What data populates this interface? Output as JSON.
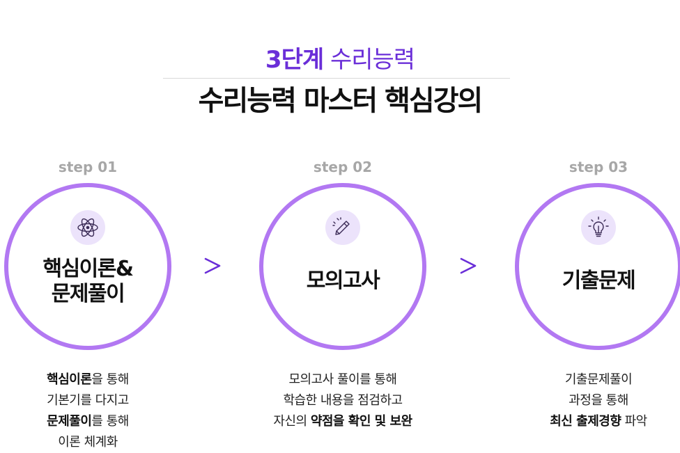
{
  "colors": {
    "accent": "#6a2ed8",
    "circle_border": "#b278f2",
    "icon_bg": "#ece3fb",
    "step_label": "#a7a7a7"
  },
  "header": {
    "stage_num": "3단계",
    "stage_sub": "수리능력",
    "title": "수리능력 마스터 핵심강의"
  },
  "steps": [
    {
      "label": "step 01",
      "icon": "atom-icon",
      "title_line1": "핵심이론&",
      "title_line2": "문제풀이",
      "desc": {
        "l1_bold": "핵심이론",
        "l1_rest": "을 통해",
        "l2": "기본기를 다지고",
        "l3_bold": "문제풀이",
        "l3_rest": "를 통해",
        "l4": "이론 체계화"
      }
    },
    {
      "label": "step 02",
      "icon": "pencil-icon",
      "title": "모의고사",
      "desc": {
        "l1": "모의고사 풀이를 통해",
        "l2": "학습한 내용을 점검하고",
        "l3_pre": "자신의 ",
        "l3_bold": "약점을 확인 및 보완"
      }
    },
    {
      "label": "step 03",
      "icon": "lightbulb-icon",
      "title": "기출문제",
      "desc": {
        "l1": "기출문제풀이",
        "l2": "과정을 통해",
        "l3_bold": "최신 출제경향",
        "l3_rest": " 파악"
      }
    }
  ],
  "arrows": [
    "chevron-right-icon",
    "chevron-right-icon"
  ]
}
